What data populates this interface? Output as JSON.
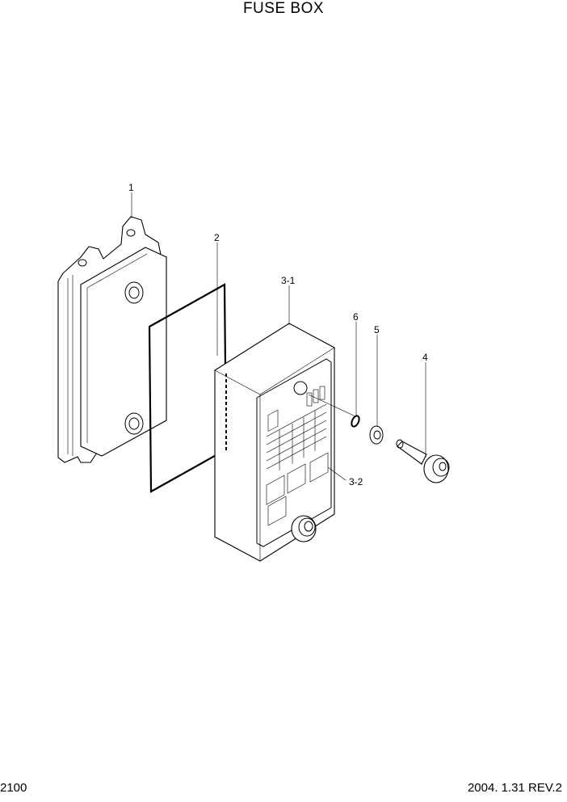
{
  "title": "FUSE BOX",
  "page_number": "2100",
  "revision": "2004. 1.31 REV.2",
  "callouts": [
    "1",
    "2",
    "3-1",
    "3-2",
    "4",
    "5",
    "6"
  ]
}
